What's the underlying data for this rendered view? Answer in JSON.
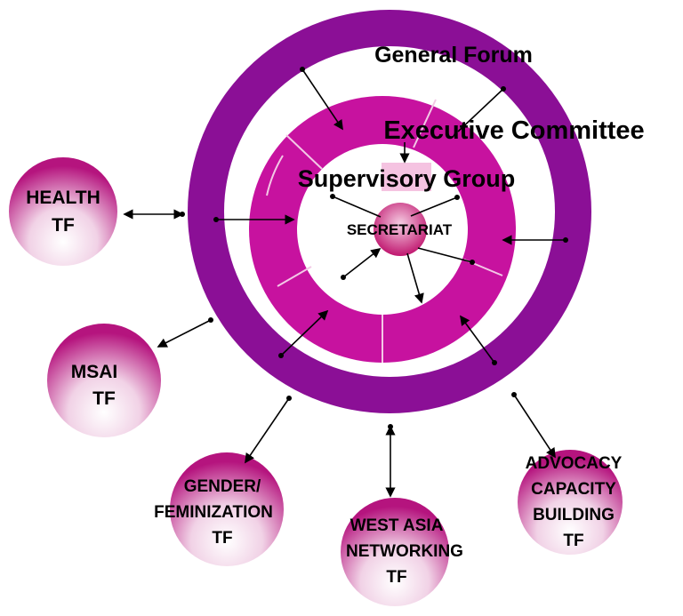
{
  "colors": {
    "outer_ring": "#8b0f96",
    "inner_ring": "#c7129f",
    "inner_ring_divider": "#f3c8e6",
    "bubble_dark": "#b5147e",
    "bubble_light": "#ffffff",
    "line": "#000000",
    "background": "#ffffff"
  },
  "rings": {
    "general_forum": "General Forum",
    "executive_committee": "Executive Committee",
    "supervisory_group": "Supervisory Group"
  },
  "center": {
    "label": "SECRETARIAT"
  },
  "task_forces": {
    "health": {
      "line1": "HEALTH",
      "line2": "TF"
    },
    "msai": {
      "line1": "MSAI",
      "line2": "TF"
    },
    "gender": {
      "line1": "GENDER/",
      "line2": "FEMINIZATION",
      "line3": "TF"
    },
    "west_asia": {
      "line1": "WEST ASIA",
      "line2": "NETWORKING",
      "line3": "TF"
    },
    "advocacy": {
      "line1": "ADVOCACY",
      "line2": "CAPACITY",
      "line3": "BUILDING",
      "line4": "TF"
    }
  }
}
